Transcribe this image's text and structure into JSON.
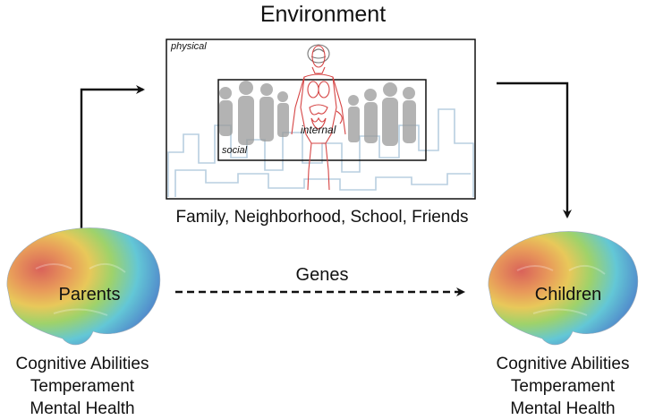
{
  "title": "Environment",
  "environment_box": {
    "outer_label": "physical",
    "inner_label": "social",
    "body_label": "internal"
  },
  "environment_factors": "Family, Neighborhood, School, Friends",
  "genes_label": "Genes",
  "parents": {
    "label": "Parents",
    "traits": [
      "Cognitive Abilities",
      "Temperament",
      "Mental Health"
    ]
  },
  "children": {
    "label": "Children",
    "traits": [
      "Cognitive Abilities",
      "Temperament",
      "Mental Health"
    ]
  },
  "colors": {
    "line": "#111111",
    "brain_hot": "#d9625a",
    "brain_warm": "#e8c85a",
    "brain_green": "#9fd26a",
    "brain_cyan": "#63c7d6",
    "brain_blue": "#4c78c8",
    "anatomy_red": "#d64545",
    "silhouette_gray": "#9a9a9a",
    "skyline": "#b8cfe0"
  }
}
